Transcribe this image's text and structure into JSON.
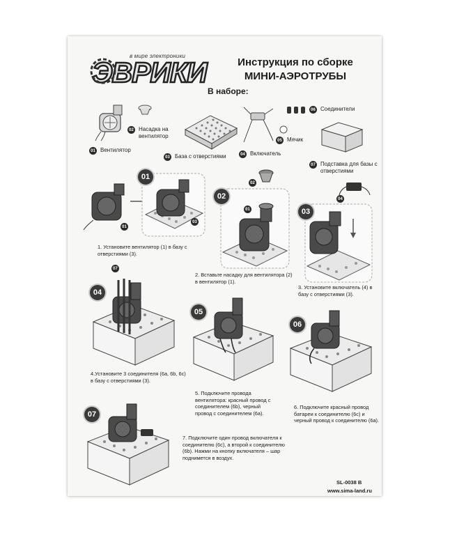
{
  "logo": {
    "tagline": "в мире электроники",
    "brand": "ЭВРИКИ"
  },
  "title": {
    "line1": "Инструкция по сборке",
    "line2": "МИНИ-АЭРОТРУБЫ"
  },
  "kit_heading": "В наборе:",
  "parts": [
    {
      "num": "01",
      "label": "Вентилятор"
    },
    {
      "num": "02",
      "label": "Насадка на вентилятор"
    },
    {
      "num": "03",
      "label": "База с отверстиями"
    },
    {
      "num": "04",
      "label": "Включатель"
    },
    {
      "num": "05",
      "label": "Мячик"
    },
    {
      "num": "06",
      "label": "Соединители"
    },
    {
      "num": "07",
      "label": "Подставка для базы с отверстиями"
    }
  ],
  "steps": [
    {
      "badge": "01",
      "caption": "1. Установите вентилятор (1) в базу с отверстиями (3)."
    },
    {
      "badge": "02",
      "caption": "2. Вставьте насадку для вентилятора (2) в вентилятор (1)."
    },
    {
      "badge": "03",
      "caption": "3. Установите включатель (4) в базу с отверстиями (3)."
    },
    {
      "badge": "04",
      "caption": "4.Установите 3 соединителя (6а, 6b, 6c) в базу с отверстиями (3)."
    },
    {
      "badge": "05",
      "caption": "5. Подключите провода вентилятора: красный провод с соединителем (6b), черный провод с соединителем (6а)."
    },
    {
      "badge": "06",
      "caption": "6. Подключите красный провод батареи к соединителю (6с) и черный провод к соединителю (6а)."
    },
    {
      "badge": "07",
      "caption": "7. Подключите один провод включателя к соединителю (6с), а второй к соединителю (6b). Нажми на кнопку включателя – шар поднимется в воздух."
    }
  ],
  "callouts": {
    "fan": "01",
    "nozzle": "02",
    "switch": "04",
    "base": "03",
    "connectors": "07"
  },
  "footer": {
    "code": "SL-0038 B",
    "site": "www.sima-land.ru"
  }
}
